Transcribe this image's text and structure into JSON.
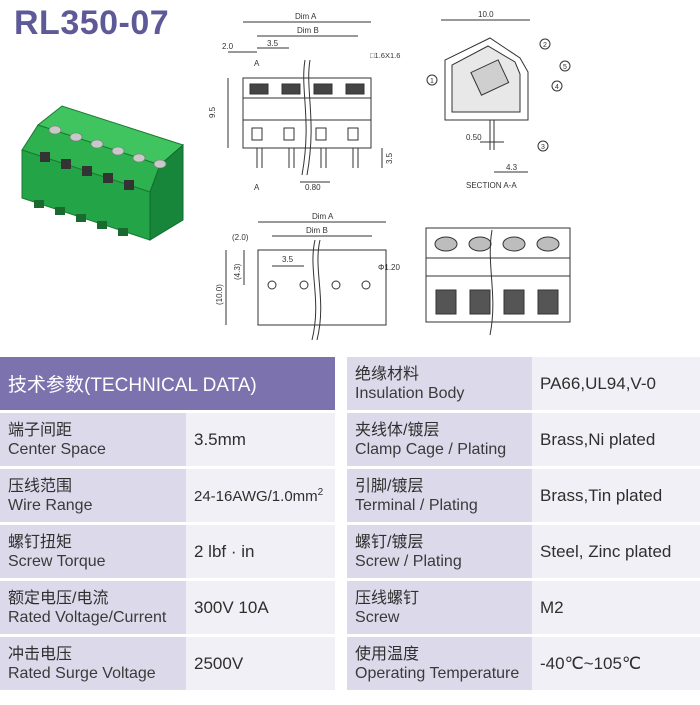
{
  "model": "RL350-07",
  "drawing_labels": {
    "dim_a": "Dim A",
    "dim_b": "Dim B",
    "pitch": "3.5",
    "edge_offset": "2.0",
    "height": "9.5",
    "pin_len": "3.5",
    "pin_width": "0.80",
    "square_pin": "□1.6X1.6",
    "section_mark": "A",
    "section_width": "10.0",
    "section_pin": "0.50",
    "section_offset": "4.3",
    "section_title": "SECTION A-A",
    "callout_1": "1",
    "callout_2": "2",
    "callout_3": "3",
    "callout_4": "4",
    "callout_5": "5",
    "pcb_edge": "(2.0)",
    "pcb_row": "(4.3)",
    "pcb_height": "(10.0)",
    "pcb_pitch": "3.5",
    "hole": "Φ1.20"
  },
  "table": {
    "header": "技术参数(TECHNICAL DATA)",
    "left": [
      {
        "zh": "端子间距",
        "en": "Center Space",
        "value": "3.5mm"
      },
      {
        "zh": "压线范围",
        "en": "Wire Range",
        "value": "24-16AWG/1.0mm",
        "value_sup": "2"
      },
      {
        "zh": "螺钉扭矩",
        "en": "Screw Torque",
        "value": "2 lbf · in"
      },
      {
        "zh": "额定电压/电流",
        "en": "Rated Voltage/Current",
        "value": "300V 10A"
      },
      {
        "zh": "冲击电压",
        "en": "Rated Surge Voltage",
        "value": "2500V"
      }
    ],
    "right": [
      {
        "zh": "绝缘材料",
        "en": "Insulation Body",
        "value": "PA66,UL94,V-0"
      },
      {
        "zh": "夹线体/镀层",
        "en": "Clamp Cage / Plating",
        "value": "Brass,Ni plated"
      },
      {
        "zh": "引脚/镀层",
        "en": "Terminal / Plating",
        "value": "Brass,Tin plated"
      },
      {
        "zh": "螺钉/镀层",
        "en": "Screw / Plating",
        "value": "Steel, Zinc plated"
      },
      {
        "zh": "压线螺钉",
        "en": "Screw",
        "value": "M2"
      },
      {
        "zh": "使用温度",
        "en": "Operating Temperature",
        "value": "-40℃~105℃"
      }
    ]
  },
  "colors": {
    "brand": "#5e5a98",
    "header_bg": "#7b72ae",
    "label_bg": "#dcdaea",
    "value_bg": "#f1f0f7",
    "connector_green": "#22a447"
  }
}
